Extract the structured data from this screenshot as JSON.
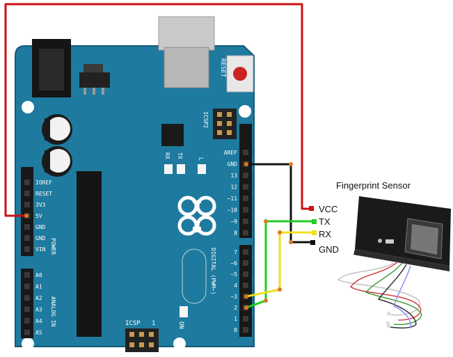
{
  "board": {
    "reset_label": "RESET",
    "icsp2_label": "ICSP2",
    "icsp_label": "ICSP",
    "on_label": "ON",
    "tx_led": "TX",
    "rx_led": "RX",
    "l_led": "L",
    "one_label": "1",
    "power_label": "POWER",
    "analog_label": "ANALOG IN",
    "digital_label": "DIGITAL (PWM~)",
    "power_pins": [
      "IOREF",
      "RESET",
      "3V3",
      "5V",
      "GND",
      "GND",
      "VIN"
    ],
    "analog_pins": [
      "A0",
      "A1",
      "A2",
      "A3",
      "A4",
      "A5"
    ],
    "digital_top_pins": [
      "AREF",
      "GND",
      "13",
      "12",
      "~11",
      "~10",
      "~9",
      "8"
    ],
    "digital_bottom_pins": [
      "7",
      "~6",
      "~5",
      "4",
      "~3",
      "2",
      "1",
      "0"
    ]
  },
  "sensor": {
    "title": "Fingerprint Sensor",
    "pins": [
      "VCC",
      "TX",
      "RX",
      "GND"
    ]
  },
  "colors": {
    "board": "#1e7a9e",
    "board_edge": "#135a78",
    "wire_red": "#cc1111",
    "wire_black": "#111111",
    "wire_green": "#22cc22",
    "wire_yellow": "#f0e020",
    "joint": "#e07818"
  }
}
